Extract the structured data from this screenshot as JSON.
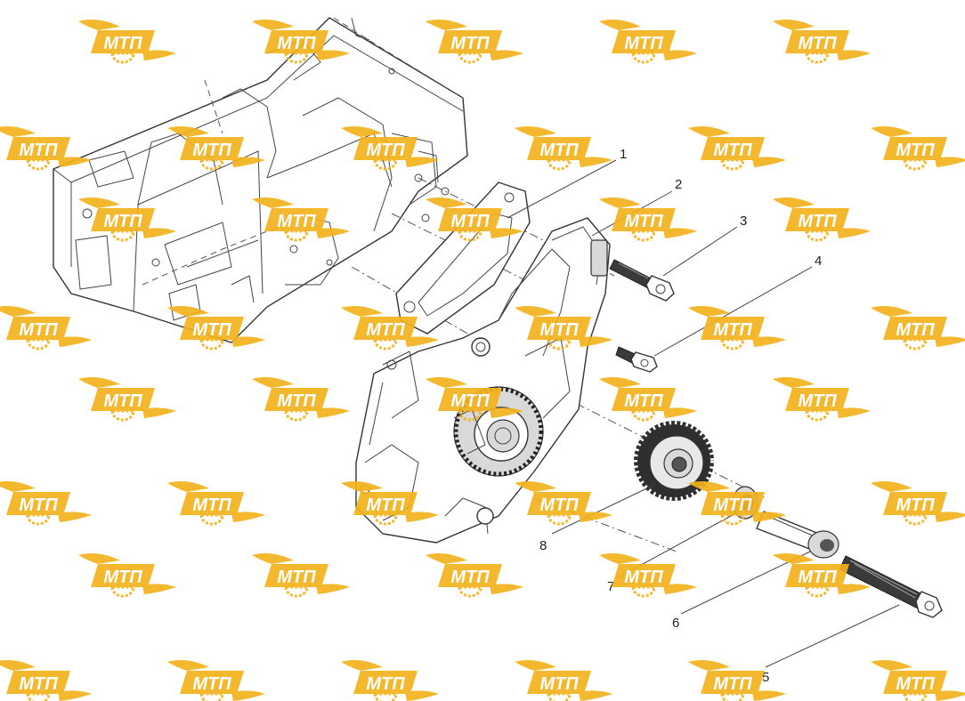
{
  "diagram": {
    "callouts": [
      {
        "id": "callout-1",
        "label": "1"
      },
      {
        "id": "callout-2",
        "label": "2"
      },
      {
        "id": "callout-3",
        "label": "3"
      },
      {
        "id": "callout-4",
        "label": "4"
      },
      {
        "id": "callout-5",
        "label": "5"
      },
      {
        "id": "callout-6",
        "label": "6"
      },
      {
        "id": "callout-7",
        "label": "7"
      },
      {
        "id": "callout-8",
        "label": "8"
      }
    ]
  },
  "watermark": {
    "text": "МТП",
    "color": "#f2b21c"
  }
}
